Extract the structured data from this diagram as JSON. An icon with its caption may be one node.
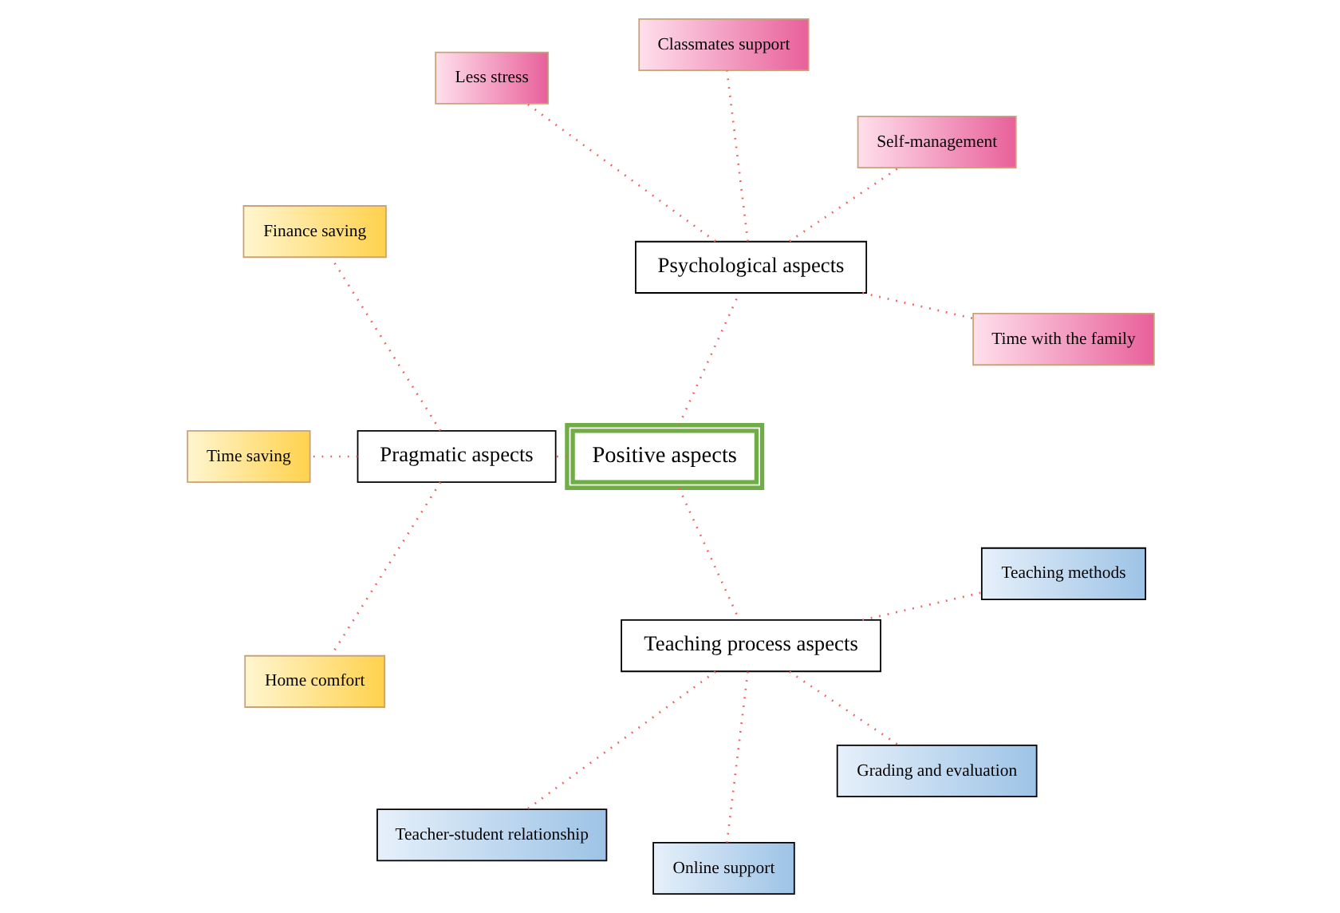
{
  "diagram": {
    "nodes": [
      {
        "text": [
          "Positive aspects"
        ]
      },
      {
        "text": [
          "Psychological aspects"
        ]
      },
      {
        "text": [
          "Pragmatic aspects"
        ]
      },
      {
        "text": [
          "Teaching process aspects"
        ]
      },
      {
        "text": [
          "Time with the family"
        ]
      },
      {
        "text": [
          "Self-management"
        ]
      },
      {
        "text": [
          "Classmates support"
        ]
      },
      {
        "text": [
          "Less stress"
        ]
      },
      {
        "text": [
          "Finance saving"
        ]
      },
      {
        "text": [
          "Time saving"
        ]
      },
      {
        "text": [
          "Home comfort"
        ]
      },
      {
        "text": [
          "Teacher-student relationship"
        ]
      },
      {
        "text": [
          "Online support"
        ]
      },
      {
        "text": [
          "Grading and evaluation"
        ]
      },
      {
        "text": [
          "Teaching methods"
        ]
      }
    ],
    "edges": [
      {
        "from": 0,
        "to": 1,
        "arrow": "none"
      },
      {
        "from": 0,
        "to": 2,
        "arrow": "none"
      },
      {
        "from": 0,
        "to": 3,
        "arrow": "none"
      },
      {
        "from": 1,
        "to": 4,
        "arrow": "none"
      },
      {
        "from": 1,
        "to": 5,
        "arrow": "none"
      },
      {
        "from": 1,
        "to": 6,
        "arrow": "none"
      },
      {
        "from": 1,
        "to": 7,
        "arrow": "none"
      },
      {
        "from": 2,
        "to": 8,
        "arrow": "none"
      },
      {
        "from": 2,
        "to": 9,
        "arrow": "none"
      },
      {
        "from": 2,
        "to": 10,
        "arrow": "none"
      },
      {
        "from": 3,
        "to": 11,
        "arrow": "none"
      },
      {
        "from": 3,
        "to": 12,
        "arrow": "none"
      },
      {
        "from": 3,
        "to": 13,
        "arrow": "none"
      },
      {
        "from": 3,
        "to": 14,
        "arrow": "none"
      }
    ]
  }
}
